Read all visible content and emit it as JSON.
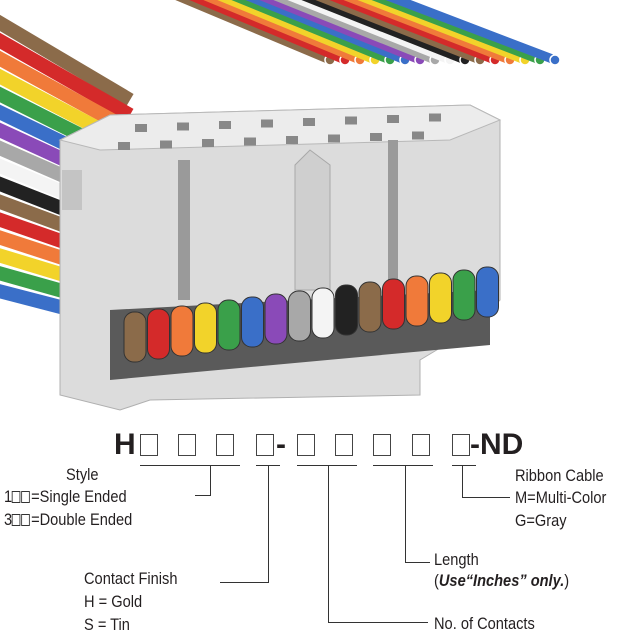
{
  "part_number": {
    "prefix": "H",
    "dash": "-",
    "suffix": "-ND"
  },
  "style": {
    "title": "Style",
    "single": "=Single Ended",
    "single_code": "1",
    "double": "=Double Ended",
    "double_code": "3"
  },
  "contact_finish": {
    "title": "Contact Finish",
    "gold": "H = Gold",
    "tin": "S = Tin"
  },
  "length": {
    "title": "Length",
    "note_open": "(",
    "note_bold": "Use“Inches” only.",
    "note_close": ")"
  },
  "contacts": {
    "title": "No. of Contacts"
  },
  "ribbon_cable": {
    "title": "Ribbon Cable",
    "multi": "M=Multi-Color",
    "gray": "G=Gray"
  },
  "wire_colors": [
    "#8b6b4a",
    "#d42a2a",
    "#f07a3a",
    "#f2d32a",
    "#3aa04a",
    "#3a6fc8",
    "#8a4ab8",
    "#a8a8a8",
    "#f4f4f4",
    "#222222",
    "#8b6b4a",
    "#d42a2a",
    "#f07a3a",
    "#f2d32a",
    "#3aa04a",
    "#3a6fc8"
  ]
}
